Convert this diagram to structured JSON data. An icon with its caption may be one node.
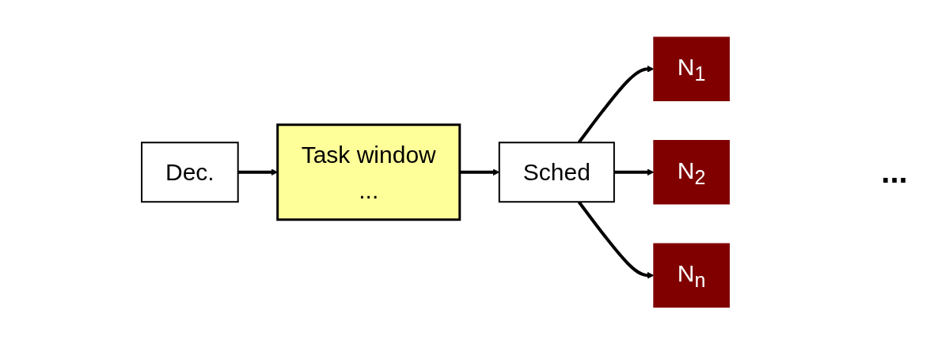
{
  "diagram": {
    "nodes": [
      {
        "text": [
          "Dec."
        ]
      },
      {
        "text": [
          "Task window",
          "..."
        ]
      },
      {
        "text": [
          "Sched"
        ]
      },
      {
        "text": [
          "N$_{1}$"
        ]
      },
      {
        "text": [
          "N$_{2}$"
        ]
      },
      {
        "text": [
          "N$_{n}$"
        ]
      }
    ],
    "edges": [
      {
        "from": 0,
        "to": 1,
        "arrow": "to"
      },
      {
        "from": 1,
        "to": 2,
        "arrow": "to"
      },
      {
        "from": 2,
        "to": 3,
        "arrow": "to"
      },
      {
        "from": 2,
        "to": 4,
        "arrow": "to"
      },
      {
        "from": 2,
        "to": 5,
        "arrow": "to"
      }
    ],
    "labels": [
      "..."
    ]
  }
}
